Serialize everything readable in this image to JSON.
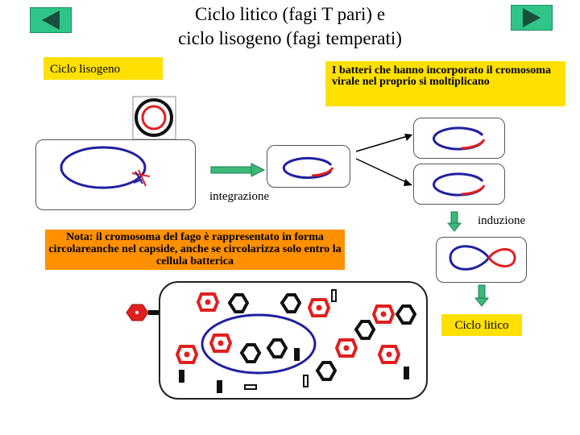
{
  "title": {
    "line1": "Ciclo litico (fagi T pari) e",
    "line2": "ciclo lisogeno (fagi temperati)"
  },
  "nav": {
    "back_icon": "triangle-left-icon",
    "forward_icon": "triangle-right-icon"
  },
  "labels": {
    "ciclo_lisogeno": "Ciclo lisogeno",
    "batteri": "I batteri che hanno incorporato il cromosoma virale nel proprio si moltiplicano",
    "integrazione": "integrazione",
    "induzione": "induzione",
    "nota": "Nota: il cromosoma del fago è rappresentato in forma circolareanche nel capside, anche se circolarizza solo entro la cellula batterica",
    "ciclo_litico": "Ciclo litico"
  },
  "colors": {
    "nav_button": "#2fc48a",
    "yellow_label": "#ffe000",
    "orange_note": "#ff9000",
    "bacterial_dna": "#2020a0",
    "phage_dna": "#e02020",
    "arrow_green": "#3cb878"
  }
}
